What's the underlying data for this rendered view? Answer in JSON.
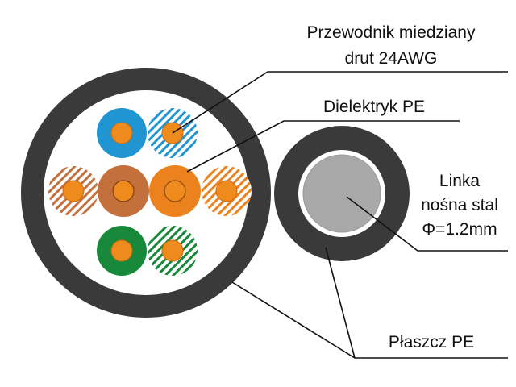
{
  "labels": {
    "conductor_line1": "Przewodnik miedziany",
    "conductor_line2": "drut 24AWG",
    "dielectric": "Dielektryk PE",
    "messenger_line1": "Linka",
    "messenger_line2": "nośna stal",
    "messenger_line3": "Φ=1.2mm",
    "jacket": "Płaszcz PE"
  },
  "colors": {
    "jacket": "#3a3a3a",
    "copper": "#ef8a1c",
    "blue": "#1f95d1",
    "brown": "#c4703c",
    "orange": "#ec821e",
    "green": "#18883a",
    "steel": "#a9a9a9",
    "leader_line": "#111111"
  }
}
